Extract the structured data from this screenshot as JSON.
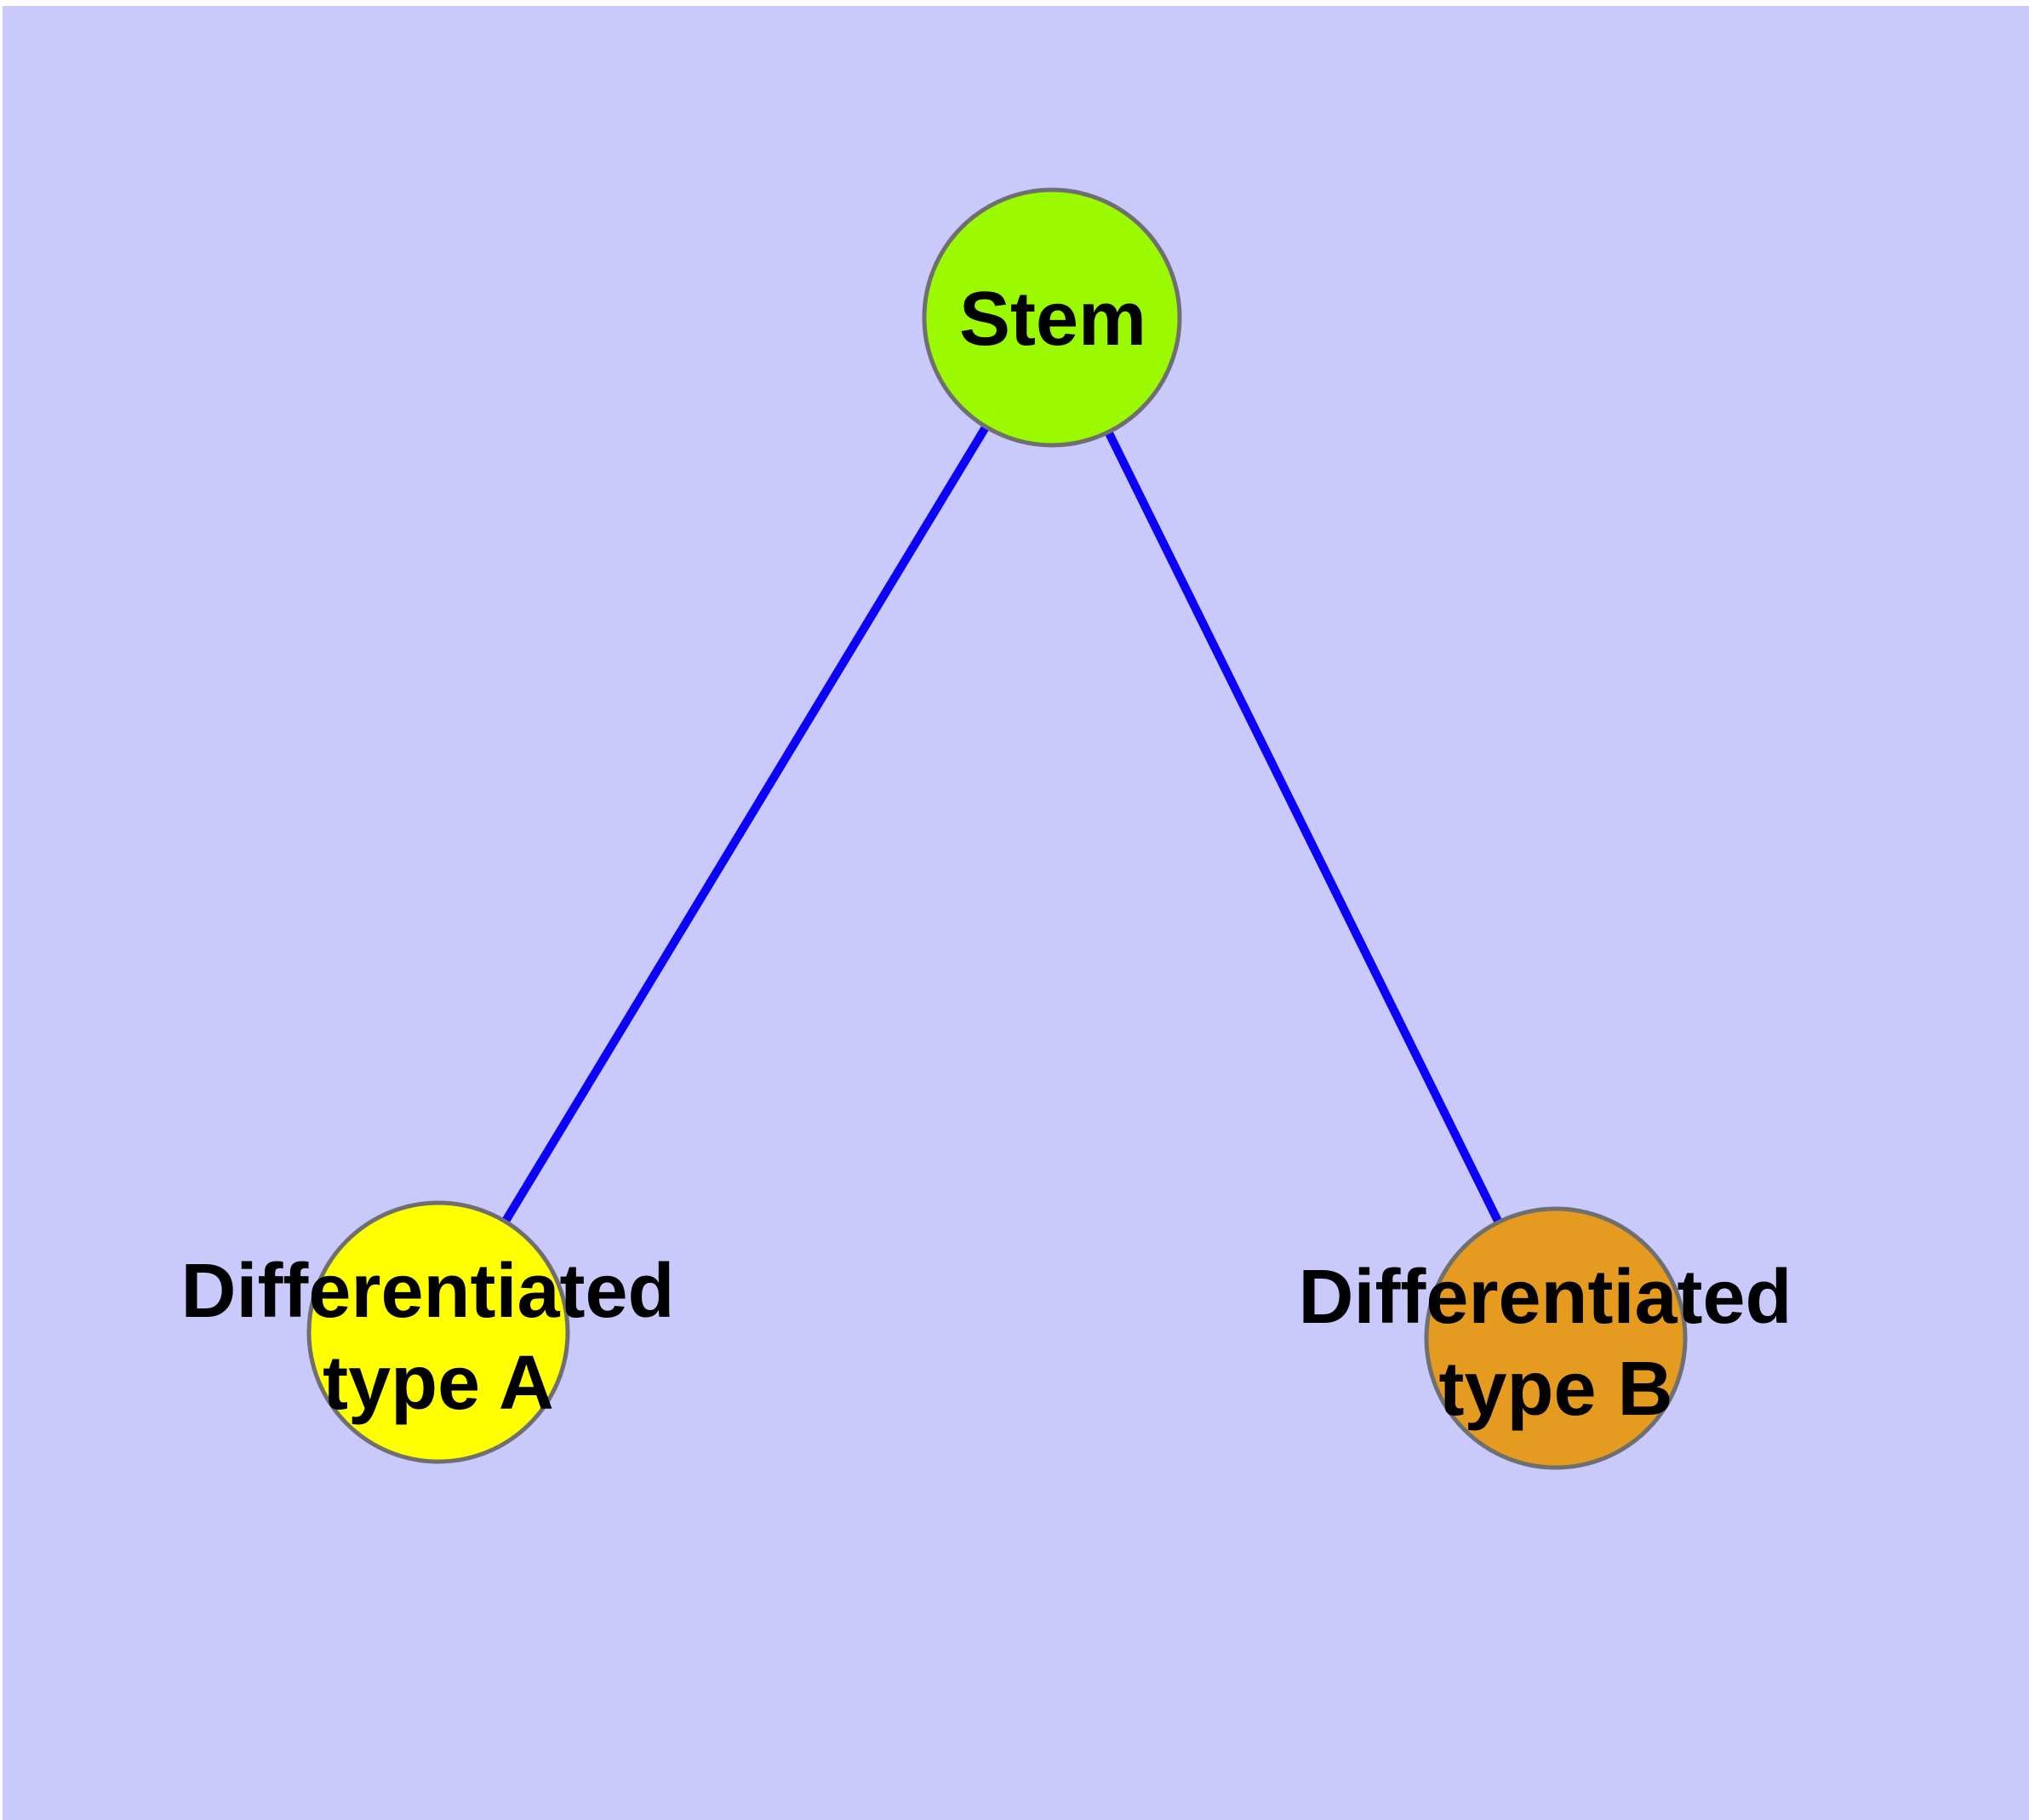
{
  "diagram": {
    "type": "graph",
    "background_color": "#C9C9FB",
    "page_margin_color": "#FFFFFF",
    "edge_color": "#0D00FA",
    "node_border_color": "#6F6F6F",
    "label_color": "#000000",
    "nodes": [
      {
        "id": "stem",
        "label_lines": [
          "Stem"
        ],
        "fill": "#9CFA00"
      },
      {
        "id": "differentiated-type-a",
        "label_lines": [
          "Differentiated",
          "type A"
        ],
        "fill": "#FFFF00"
      },
      {
        "id": "differentiated-type-b",
        "label_lines": [
          "Differentiated",
          "type B"
        ],
        "fill": "#E59A20"
      }
    ],
    "edges": [
      {
        "from": "stem",
        "to": "differentiated-type-a"
      },
      {
        "from": "stem",
        "to": "differentiated-type-b"
      }
    ]
  }
}
